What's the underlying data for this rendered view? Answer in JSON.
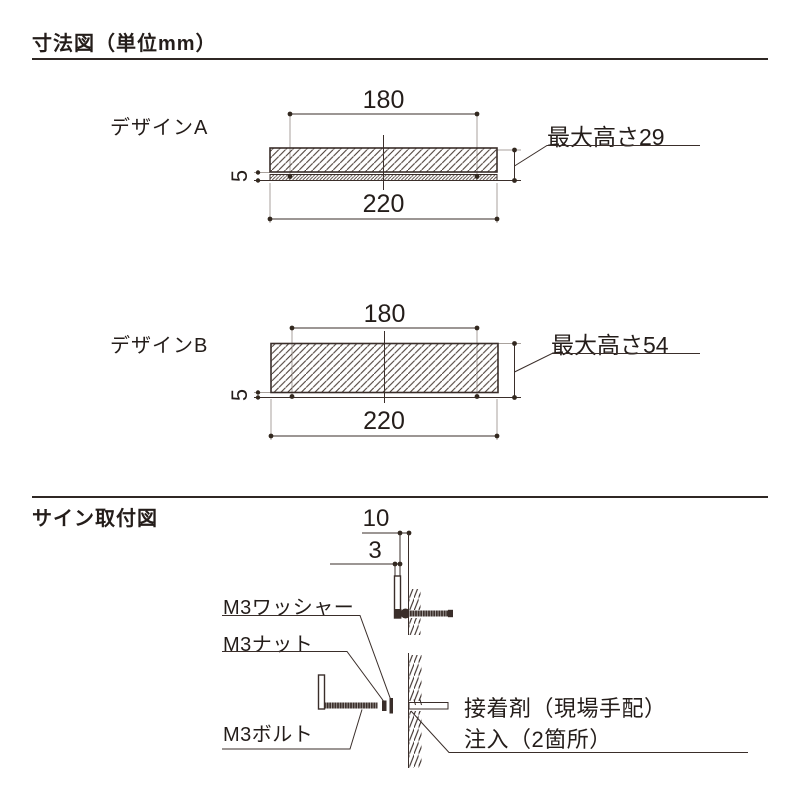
{
  "colors": {
    "line": "#3a2e2a",
    "text": "#241d1a",
    "extension_line": "#a9a29d"
  },
  "sec1": {
    "heading": "寸法図（単位mm）",
    "design_a": {
      "label": "デザインA",
      "width_top": "180",
      "width_bottom": "220",
      "base_thickness": "5",
      "max_height": "最大高さ29"
    },
    "design_b": {
      "label": "デザインB",
      "width_top": "180",
      "width_bottom": "220",
      "base_thickness": "5",
      "max_height": "最大高さ54"
    }
  },
  "sec2": {
    "heading": "サイン取付図",
    "dim_offset": "10",
    "dim_thickness": "3",
    "label_washer": "M3ワッシャー",
    "label_nut": "M3ナット",
    "label_bolt": "M3ボルト",
    "adhesive_line1": "接着剤（現場手配）",
    "adhesive_line2": "注入（2箇所）"
  }
}
